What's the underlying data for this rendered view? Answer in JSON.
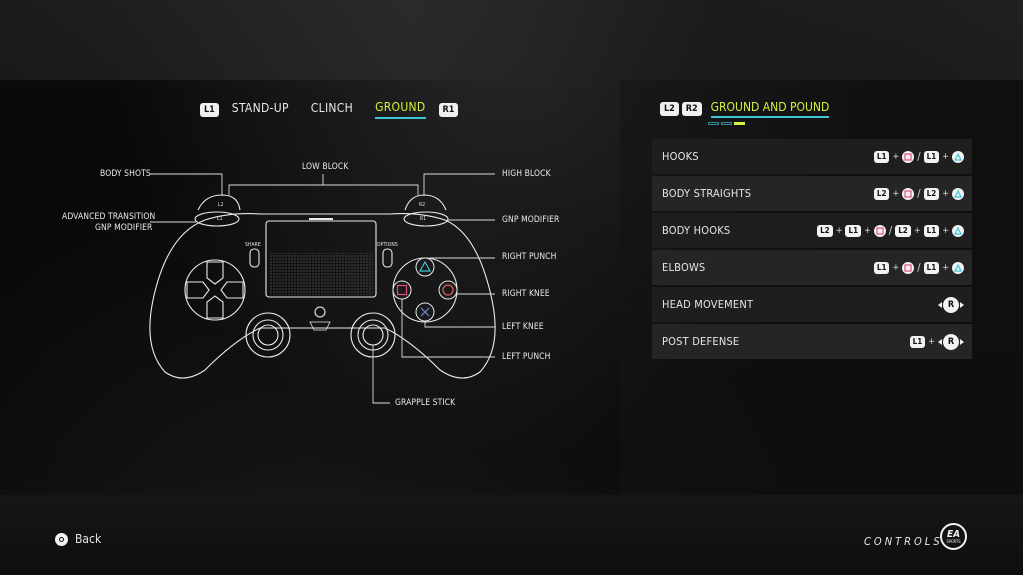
{
  "tabs": {
    "prev_key": "L1",
    "next_key": "R1",
    "items": [
      {
        "label": "STAND-UP",
        "active": false
      },
      {
        "label": "CLINCH",
        "active": false
      },
      {
        "label": "GROUND",
        "active": true
      }
    ]
  },
  "controller_labels": {
    "body_shots": "BODY SHOTS",
    "low_block": "LOW BLOCK",
    "high_block": "HIGH BLOCK",
    "advanced_transition_line1": "ADVANCED TRANSITION",
    "advanced_transition_line2": "GNP MODIFIER",
    "gnp_modifier": "GNP MODIFIER",
    "right_punch": "RIGHT PUNCH",
    "right_knee": "RIGHT KNEE",
    "left_knee": "LEFT KNEE",
    "left_punch": "LEFT PUNCH",
    "grapple_stick": "GRAPPLE STICK",
    "share": "SHARE",
    "options": "OPTIONS",
    "l1": "L1",
    "l2": "L2",
    "r1": "R1",
    "r2": "R2"
  },
  "panel": {
    "key_a": "L2",
    "key_b": "R2",
    "title": "GROUND AND POUND",
    "page_count": 3,
    "active_page": 3
  },
  "moves": [
    {
      "name": "HOOKS",
      "combo": [
        "L1",
        "+",
        "square",
        "/",
        "L1",
        "+",
        "triangle"
      ]
    },
    {
      "name": "BODY STRAIGHTS",
      "combo": [
        "L2",
        "+",
        "square",
        "/",
        "L2",
        "+",
        "triangle"
      ]
    },
    {
      "name": "BODY HOOKS",
      "combo": [
        "L2",
        "+",
        "L1",
        "+",
        "square",
        "/",
        "L2",
        "+",
        "L1",
        "+",
        "triangle"
      ]
    },
    {
      "name": "ELBOWS",
      "combo": [
        "L1",
        "+",
        "square",
        "/",
        "L1",
        "+",
        "triangle"
      ]
    },
    {
      "name": "HEAD MOVEMENT",
      "combo": [
        "R-stick"
      ]
    },
    {
      "name": "POST DEFENSE",
      "combo": [
        "L1",
        "+",
        "R-stick"
      ]
    }
  ],
  "rstick_letter": "R",
  "footer": {
    "back_label": "Back",
    "screen_title": "CONTROLS",
    "logo_text": "EA",
    "logo_sub": "SPORTS"
  },
  "colors": {
    "accent_green": "#d6ef3c",
    "accent_cyan": "#3cc6d8",
    "square": "#e0527a",
    "triangle": "#3cc6d8",
    "circle_btn": "#e05a5a",
    "cross": "#6f8fd8"
  }
}
